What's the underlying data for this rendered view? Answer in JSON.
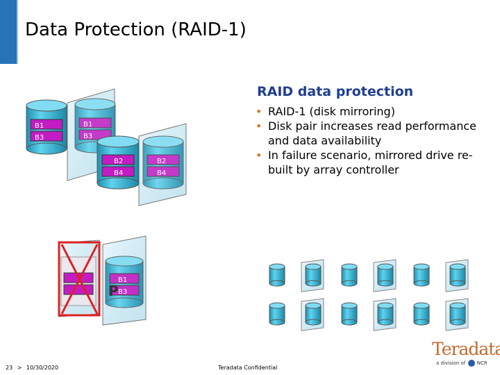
{
  "slide": {
    "title": "Data Protection (RAID-1)",
    "subtitle": "RAID data protection",
    "bullets": [
      "RAID-1 (disk mirroring)",
      "Disk pair increases read performance and data availability",
      "In failure scenario, mirrored drive re-built by array controller"
    ],
    "bullet_glyph": "•"
  },
  "diagram_top": {
    "disks": [
      {
        "top": "B1",
        "bottom": "B3"
      },
      {
        "top": "B1",
        "bottom": "B3"
      },
      {
        "top": "B2",
        "bottom": "B4"
      },
      {
        "top": "B2",
        "bottom": "B4"
      }
    ]
  },
  "diagram_bottom": {
    "surviving_disk": {
      "top": "B1",
      "bottom": "B3"
    },
    "marker": "P"
  },
  "footer": {
    "page_number": "23",
    "separator": ">",
    "date": "10/30/2020",
    "confidential": "Teradata Confidential"
  },
  "logo": {
    "word": "Teradata",
    "sub_prefix": "a division of",
    "sub_brand": "NCR"
  },
  "colors": {
    "title_bar": "#2673b8",
    "subtitle": "#1f3f8f",
    "bullet_dot": "#e07020",
    "disk_cyan": "#33b6d6",
    "label_box": "#c21cc2",
    "failure_x": "#e02020",
    "logo": "#c36a2d"
  }
}
